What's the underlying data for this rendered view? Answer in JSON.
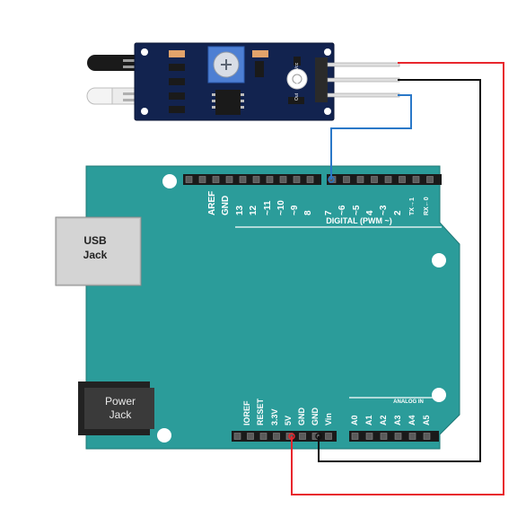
{
  "usb_jack": {
    "line1": "USB",
    "line2": "Jack"
  },
  "power_jack": {
    "line1": "Power",
    "line2": "Jack"
  },
  "top_header": {
    "labels": [
      "AREF",
      "GND",
      "13",
      "12",
      "~11",
      "~10",
      "~9",
      "8",
      "7",
      "~6",
      "~5",
      "4",
      "~3",
      "2",
      "TX→1",
      "RX←0"
    ],
    "caption": "DIGITAL (PWM ~)"
  },
  "power_header": {
    "labels": [
      "IOREF",
      "RESET",
      "3.3V",
      "5V",
      "GND",
      "GND",
      "Vin"
    ]
  },
  "analog_header": {
    "caption": "ANALOG IN",
    "labels": [
      "A0",
      "A1",
      "A2",
      "A3",
      "A4",
      "A5"
    ]
  },
  "sensor": {
    "pins": [
      "Out",
      "Gnd",
      "Vcc"
    ]
  },
  "colors": {
    "board": "#2b9c9a",
    "sensor_pcb": "#12234f",
    "wire_power": "#e8262d",
    "wire_ground": "#111111",
    "wire_signal": "#2a78c8"
  }
}
